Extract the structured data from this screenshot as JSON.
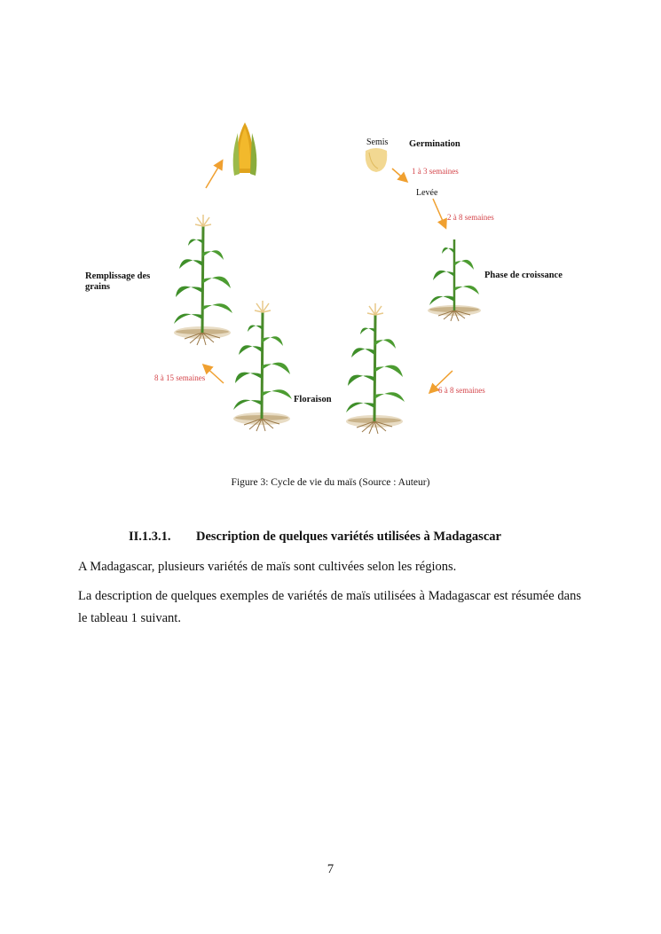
{
  "figure": {
    "labels": {
      "semis": "Semis",
      "germination": "Germination",
      "duration_1": "1 à 3 semaines",
      "levee": "Levée",
      "duration_2": "2 à 8 semaines",
      "phase_croissance": "Phase de croissance",
      "duration_3": "6 à 8 semaines",
      "floraison": "Floraison",
      "duration_4": "8 à 15 semaines",
      "remplissage_line1": "Remplissage des",
      "remplissage_line2": "grains"
    },
    "caption": "Figure 3: Cycle de vie du maïs (Source : Auteur)"
  },
  "section": {
    "number": "II.1.3.1.",
    "title": "Description de quelques variétés utilisées à Madagascar"
  },
  "paragraphs": {
    "p1": "A Madagascar, plusieurs variétés de maïs sont cultivées selon les régions.",
    "p2": "La description de quelques exemples de variétés de maïs utilisées à Madagascar est résumée dans le tableau 1 suivant."
  },
  "page_number": "7",
  "colors": {
    "arrow": "#f0a030",
    "red_text": "#d4454a",
    "leaf": "#3f8f2a",
    "soil": "#c9b38a"
  }
}
